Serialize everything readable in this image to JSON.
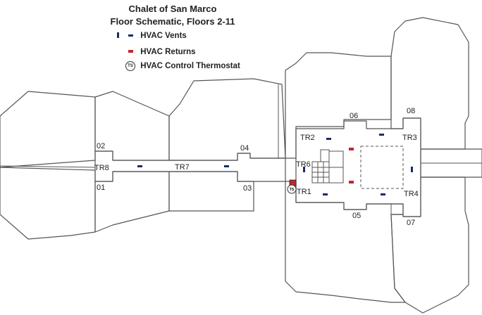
{
  "title": {
    "line1": "Chalet of San Marco",
    "line2": "Floor Schematic, Floors 2-11"
  },
  "legend": {
    "vents": "HVAC Vents",
    "returns": "HVAC Returns",
    "thermostat": "HVAC Control Thermostat",
    "thermostat_symbol": "TS"
  },
  "units": {
    "u01": "01",
    "u02": "02",
    "u03": "03",
    "u04": "04",
    "u05": "05",
    "u06": "06",
    "u07": "07",
    "u08": "08"
  },
  "rooms": {
    "tr1": "TR1",
    "tr2": "TR2",
    "tr3": "TR3",
    "tr4": "TR4",
    "tr6": "TR6",
    "tr7": "TR7",
    "tr8": "TR8"
  },
  "colors": {
    "vent": "#1b2a6b",
    "return": "#c0282d",
    "wall": "#555555"
  }
}
